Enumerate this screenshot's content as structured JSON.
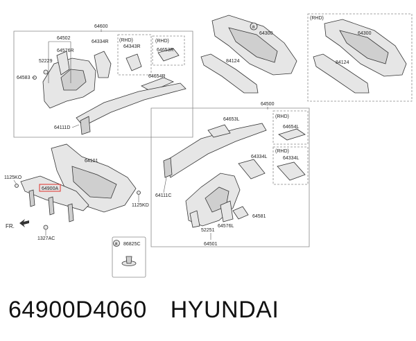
{
  "labels": {
    "l64600": "64600",
    "l64502": "64502",
    "l64576R": "64576R",
    "l52229": "52229",
    "l64583": "64583",
    "l64334R": "64334R",
    "rhd1": "(RHD)",
    "l64343R": "64343R",
    "rhd2": "(RHD)",
    "l64653R": "64653R",
    "l64654R": "64654R",
    "l64111D": "64111D",
    "circleA1": "a",
    "l64300a": "64300",
    "l84124a": "84124",
    "rhd3": "(RHD)",
    "l64300b": "64300",
    "l84124b": "84124",
    "l64500": "64500",
    "l64653L": "64653L",
    "rhd4": "(RHD)",
    "l64654L": "64654L",
    "l64334La": "64334L",
    "rhd5": "(RHD)",
    "l64334Lb": "64334L",
    "l64111C": "64111C",
    "l52251": "52251",
    "l64576L": "64576L",
    "l64581": "64581",
    "l64501": "64501",
    "l64101": "64101",
    "l1125KO": "1125KO",
    "l64900A": "64900A",
    "l1125KD": "1125KD",
    "fr": "FR.",
    "l1327AC": "1327AC",
    "circleA2": "a",
    "l86825C": "86825C"
  },
  "highlight_color": "#e0302a",
  "footer": {
    "part_number": "64900D4060",
    "brand": "HYUNDAI"
  }
}
